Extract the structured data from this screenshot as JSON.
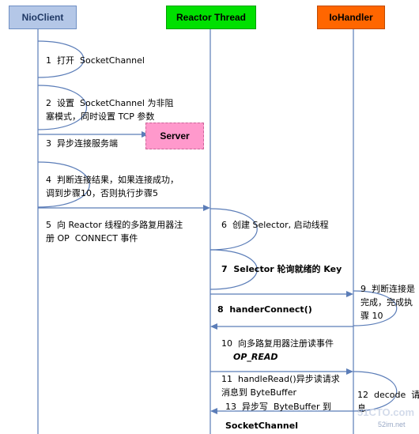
{
  "actors": {
    "nio_client": "NioClient",
    "reactor_thread": "Reactor Thread",
    "io_handler": "IoHandler",
    "server": "Server"
  },
  "colors": {
    "nio_client": "#b4c7e7",
    "reactor_thread": "#00e000",
    "io_handler": "#ff6600",
    "server": "#ff99cc",
    "line": "#5b7db8"
  },
  "steps": {
    "s1": "1  打开  SocketChannel",
    "s2a": "2  设置  SocketChannel 为非阻",
    "s2b": "塞模式，同时设置 TCP 参数",
    "s3": "3  异步连接服务端",
    "s4a": "4  判断连接结果，如果连接成功，",
    "s4b": "调到步骤10，否则执行步骤5",
    "s5a": "5  向 Reactor 线程的多路复用器注",
    "s5b": "册 OP  CONNECT 事件",
    "s6": "6  创建 Selector, 启动线程",
    "s7": "7  Selector 轮询就绪的 Key",
    "s8": "8  handerConnect()",
    "s9a": "9  判断连接是",
    "s9b": "完成，完成执",
    "s9c": "骤 10",
    "s10a": "10  向多路复用器注册读事件",
    "s10b": "OP_READ",
    "s11a": "11  handleRead()异步读请求",
    "s11b": "消息到 ByteBuffer",
    "s12a": "12  decode  请",
    "s12b": "息",
    "s13a": "13  异步写  ByteBuffer 到",
    "s13b": "SocketChannel"
  },
  "watermark": {
    "text": "51CTO.com",
    "url": "52im.net"
  }
}
